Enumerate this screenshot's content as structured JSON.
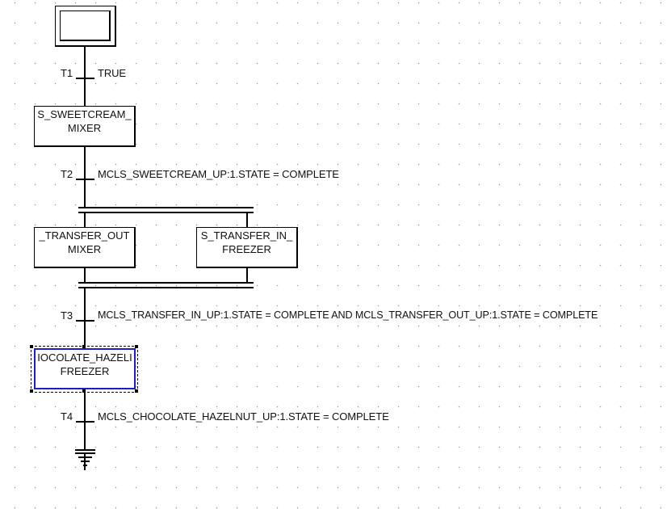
{
  "steps": [
    {
      "line1": "S_SWEETCREAM_",
      "line2": "MIXER"
    },
    {
      "line1": "_TRANSFER_OUT",
      "line2": "MIXER"
    },
    {
      "line1": "S_TRANSFER_IN_",
      "line2": "FREEZER"
    },
    {
      "line1": "IOCOLATE_HAZELI",
      "line2": "FREEZER"
    }
  ],
  "transitions": [
    {
      "name": "T1",
      "condition": "TRUE"
    },
    {
      "name": "T2",
      "condition": "MCLS_SWEETCREAM_UP:1.STATE = COMPLETE"
    },
    {
      "name": "T3",
      "condition": "MCLS_TRANSFER_IN_UP:1.STATE = COMPLETE AND MCLS_TRANSFER_OUT_UP:1.STATE = COMPLETE"
    },
    {
      "name": "T4",
      "condition": "MCLS_CHOCOLATE_HAZELNUT_UP:1.STATE = COMPLETE"
    }
  ],
  "colors": {
    "selection": "#1e1ec8",
    "line": "#000000",
    "grid_dot": "#9a9a9a"
  }
}
